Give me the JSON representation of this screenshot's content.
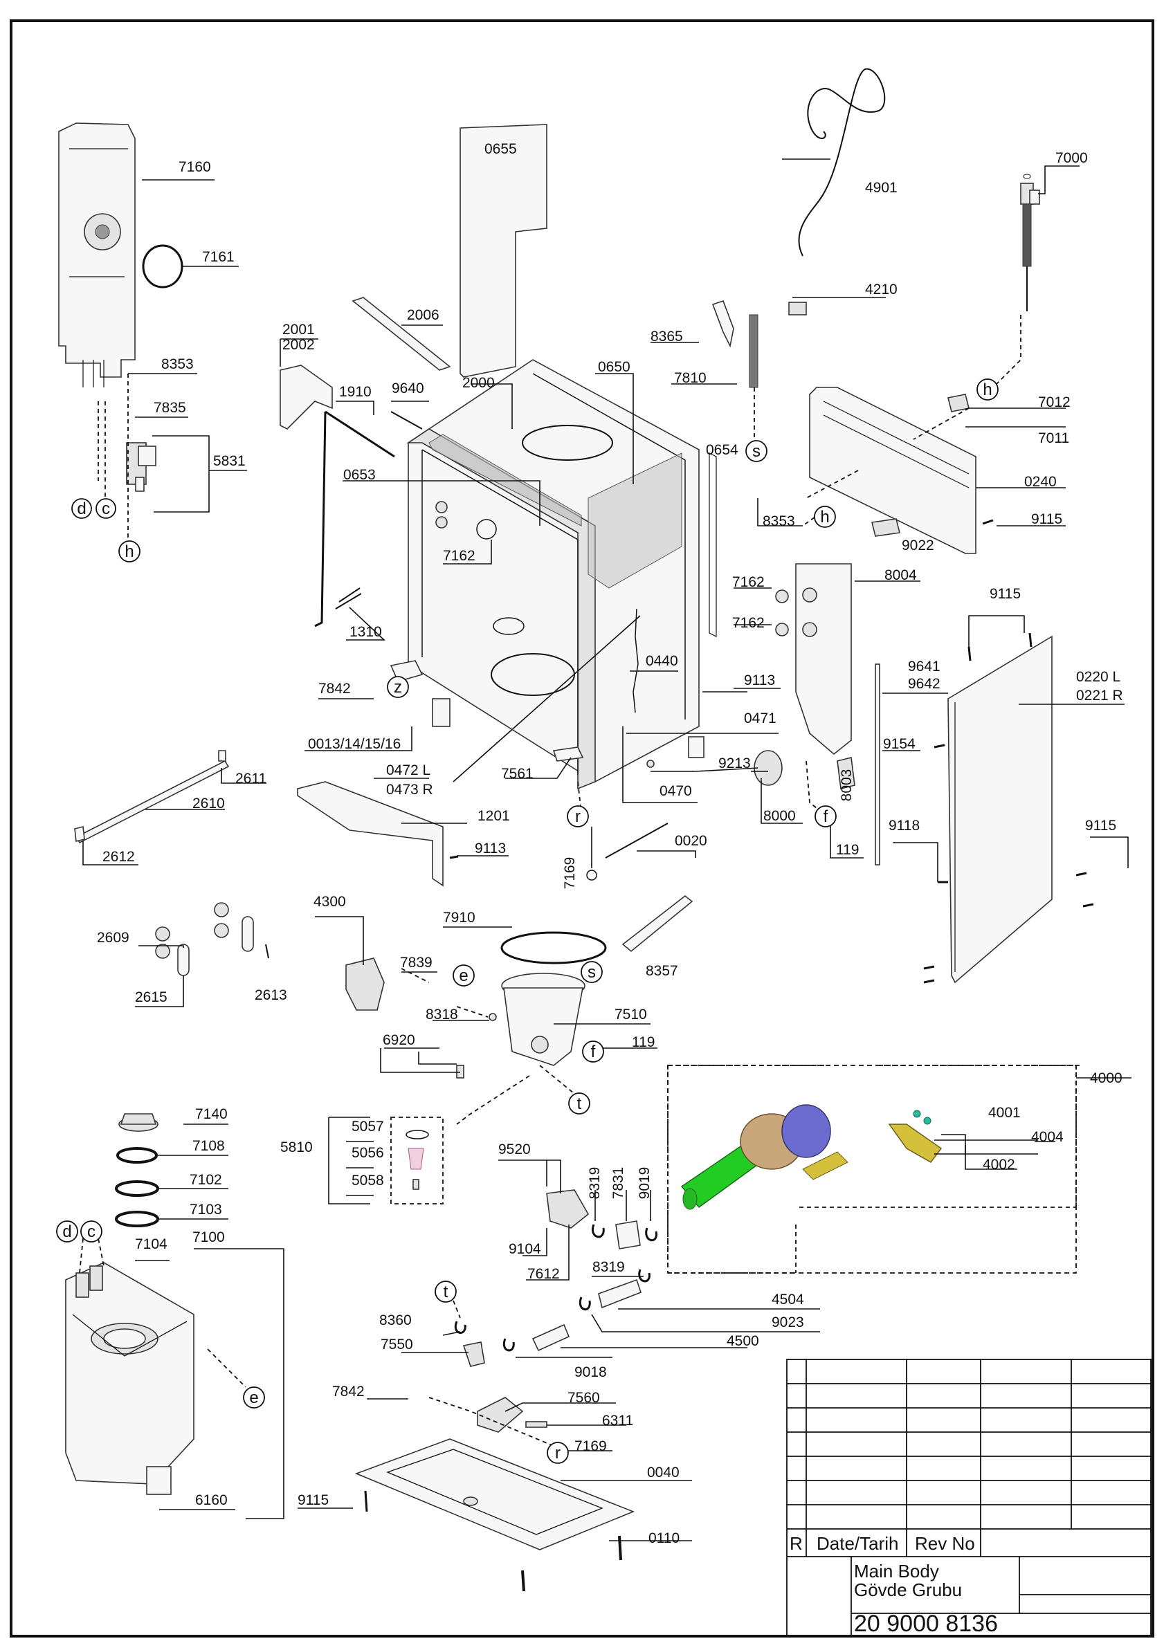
{
  "labels": [
    {
      "id": "7160",
      "t": "7160"
    },
    {
      "id": "7161",
      "t": "7161"
    },
    {
      "id": "8353a",
      "t": "8353"
    },
    {
      "id": "7835",
      "t": "7835"
    },
    {
      "id": "5831",
      "t": "5831"
    },
    {
      "id": "0655",
      "t": "0655"
    },
    {
      "id": "2006",
      "t": "2006"
    },
    {
      "id": "2001",
      "t": "2001"
    },
    {
      "id": "2002",
      "t": "2002"
    },
    {
      "id": "1910",
      "t": "1910"
    },
    {
      "id": "9640",
      "t": "9640"
    },
    {
      "id": "2000",
      "t": "2000"
    },
    {
      "id": "0650",
      "t": "0650"
    },
    {
      "id": "0654",
      "t": "0654"
    },
    {
      "id": "0653",
      "t": "0653"
    },
    {
      "id": "7162a",
      "t": "7162"
    },
    {
      "id": "1310",
      "t": "1310"
    },
    {
      "id": "7842a",
      "t": "7842"
    },
    {
      "id": "0440",
      "t": "0440"
    },
    {
      "id": "0013",
      "t": "0013/14/15/16"
    },
    {
      "id": "0472",
      "t": "0472 L"
    },
    {
      "id": "0473",
      "t": "0473 R"
    },
    {
      "id": "7561",
      "t": "7561"
    },
    {
      "id": "0470",
      "t": "0470"
    },
    {
      "id": "0471",
      "t": "0471"
    },
    {
      "id": "9113a",
      "t": "9113"
    },
    {
      "id": "9213",
      "t": "9213"
    },
    {
      "id": "8000",
      "t": "8000"
    },
    {
      "id": "0020",
      "t": "0020"
    },
    {
      "id": "7169a",
      "t": "7169"
    },
    {
      "id": "2611",
      "t": "2611"
    },
    {
      "id": "2610",
      "t": "2610"
    },
    {
      "id": "2612",
      "t": "2612"
    },
    {
      "id": "1201",
      "t": "1201"
    },
    {
      "id": "9113b",
      "t": "9113"
    },
    {
      "id": "4901",
      "t": "4901"
    },
    {
      "id": "7000",
      "t": "7000"
    },
    {
      "id": "4210",
      "t": "4210"
    },
    {
      "id": "8365",
      "t": "8365"
    },
    {
      "id": "7810",
      "t": "7810"
    },
    {
      "id": "7012",
      "t": "7012"
    },
    {
      "id": "7011",
      "t": "7011"
    },
    {
      "id": "0240",
      "t": "0240"
    },
    {
      "id": "8353b",
      "t": "8353"
    },
    {
      "id": "9115a",
      "t": "9115"
    },
    {
      "id": "9022",
      "t": "9022"
    },
    {
      "id": "7162b",
      "t": "7162"
    },
    {
      "id": "7162c",
      "t": "7162"
    },
    {
      "id": "8004",
      "t": "8004"
    },
    {
      "id": "9115b",
      "t": "9115"
    },
    {
      "id": "9641",
      "t": "9641"
    },
    {
      "id": "9642",
      "t": "9642"
    },
    {
      "id": "0220",
      "t": "0220 L"
    },
    {
      "id": "0221",
      "t": "0221 R"
    },
    {
      "id": "9154",
      "t": "9154"
    },
    {
      "id": "8003",
      "t": "8003"
    },
    {
      "id": "9118",
      "t": "9118"
    },
    {
      "id": "119a",
      "t": "119"
    },
    {
      "id": "9115c",
      "t": "9115"
    },
    {
      "id": "2609",
      "t": "2609"
    },
    {
      "id": "2615",
      "t": "2615"
    },
    {
      "id": "2613",
      "t": "2613"
    },
    {
      "id": "4300",
      "t": "4300"
    },
    {
      "id": "7910",
      "t": "7910"
    },
    {
      "id": "7839",
      "t": "7839"
    },
    {
      "id": "8357",
      "t": "8357"
    },
    {
      "id": "8318",
      "t": "8318"
    },
    {
      "id": "7510",
      "t": "7510"
    },
    {
      "id": "6920",
      "t": "6920"
    },
    {
      "id": "119b",
      "t": "119"
    },
    {
      "id": "4000",
      "t": "4000"
    },
    {
      "id": "4001",
      "t": "4001"
    },
    {
      "id": "4004",
      "t": "4004"
    },
    {
      "id": "4002",
      "t": "4002"
    },
    {
      "id": "7140",
      "t": "7140"
    },
    {
      "id": "7108",
      "t": "7108"
    },
    {
      "id": "7102",
      "t": "7102"
    },
    {
      "id": "7103",
      "t": "7103"
    },
    {
      "id": "7104",
      "t": "7104"
    },
    {
      "id": "7100",
      "t": "7100"
    },
    {
      "id": "5810",
      "t": "5810"
    },
    {
      "id": "5057",
      "t": "5057"
    },
    {
      "id": "5056",
      "t": "5056"
    },
    {
      "id": "5058",
      "t": "5058"
    },
    {
      "id": "9520",
      "t": "9520"
    },
    {
      "id": "8319a",
      "t": "8319"
    },
    {
      "id": "7831",
      "t": "7831"
    },
    {
      "id": "9019",
      "t": "9019"
    },
    {
      "id": "9104",
      "t": "9104"
    },
    {
      "id": "7612",
      "t": "7612"
    },
    {
      "id": "8319b",
      "t": "8319"
    },
    {
      "id": "4504",
      "t": "4504"
    },
    {
      "id": "9023",
      "t": "9023"
    },
    {
      "id": "8360",
      "t": "8360"
    },
    {
      "id": "7550",
      "t": "7550"
    },
    {
      "id": "9018",
      "t": "9018"
    },
    {
      "id": "4500",
      "t": "4500"
    },
    {
      "id": "7842b",
      "t": "7842"
    },
    {
      "id": "7560",
      "t": "7560"
    },
    {
      "id": "6311",
      "t": "6311"
    },
    {
      "id": "7169b",
      "t": "7169"
    },
    {
      "id": "0040",
      "t": "0040"
    },
    {
      "id": "6160",
      "t": "6160"
    },
    {
      "id": "9115d",
      "t": "9115"
    },
    {
      "id": "0110",
      "t": "0110"
    }
  ],
  "callouts": [
    "d",
    "c",
    "h",
    "s",
    "h",
    "h",
    "z",
    "f",
    "r",
    "e",
    "s",
    "f",
    "t",
    "d",
    "c",
    "e",
    "t",
    "r"
  ],
  "title_block": {
    "r_label": "R",
    "date_label": "Date/Tarih",
    "rev_label": "Rev No",
    "title_en": "Main Body",
    "title_tr": "Gövde Grubu",
    "drawing_no": "20 9000 8136"
  }
}
